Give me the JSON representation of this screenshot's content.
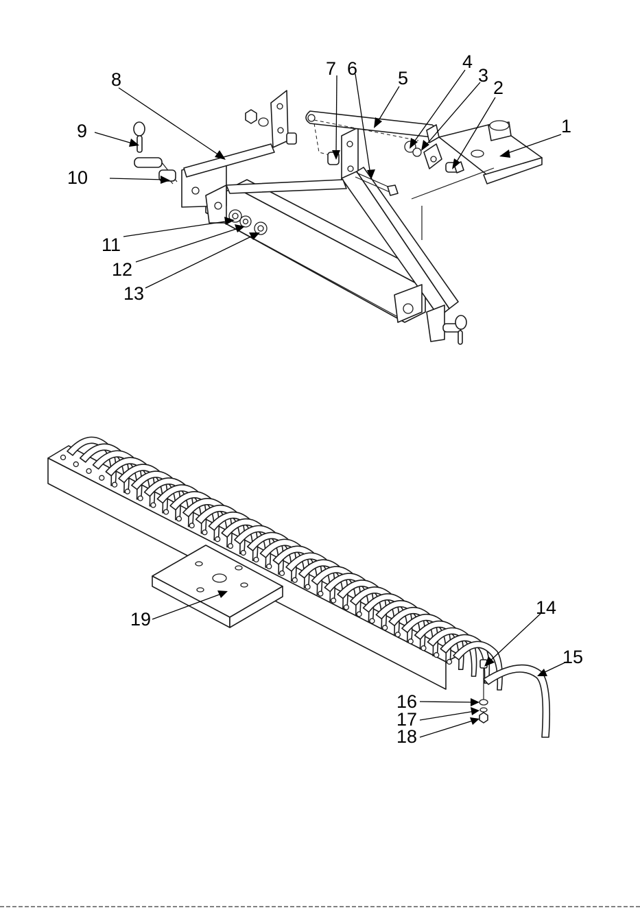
{
  "figure_top": {
    "callouts": [
      {
        "id": "1",
        "label": "1"
      },
      {
        "id": "2",
        "label": "2"
      },
      {
        "id": "3",
        "label": "3"
      },
      {
        "id": "4",
        "label": "4"
      },
      {
        "id": "5",
        "label": "5"
      },
      {
        "id": "6",
        "label": "6"
      },
      {
        "id": "7",
        "label": "7"
      },
      {
        "id": "8",
        "label": "8"
      },
      {
        "id": "9",
        "label": "9"
      },
      {
        "id": "10",
        "label": "10"
      },
      {
        "id": "11",
        "label": "11"
      },
      {
        "id": "12",
        "label": "12"
      },
      {
        "id": "13",
        "label": "13"
      }
    ]
  },
  "figure_bottom": {
    "callouts": [
      {
        "id": "14",
        "label": "14"
      },
      {
        "id": "15",
        "label": "15"
      },
      {
        "id": "16",
        "label": "16"
      },
      {
        "id": "17",
        "label": "17"
      },
      {
        "id": "18",
        "label": "18"
      },
      {
        "id": "19",
        "label": "19"
      }
    ]
  }
}
